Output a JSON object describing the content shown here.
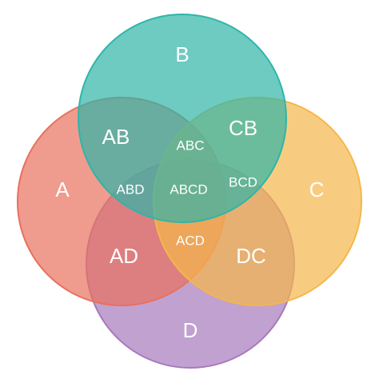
{
  "diagram": {
    "sets": [
      {
        "id": "A",
        "label": "A",
        "color": "#E8705E"
      },
      {
        "id": "B",
        "label": "B",
        "color": "#2FB5A8"
      },
      {
        "id": "C",
        "label": "C",
        "color": "#F5B74A"
      },
      {
        "id": "D",
        "label": "D",
        "color": "#A779BC"
      }
    ],
    "regions": {
      "AB": "AB",
      "CB": "CB",
      "ABC": "ABC",
      "ABD": "ABD",
      "ABCD": "ABCD",
      "BCD": "BCD",
      "AD": "AD",
      "ACD": "ACD",
      "DC": "DC"
    }
  }
}
